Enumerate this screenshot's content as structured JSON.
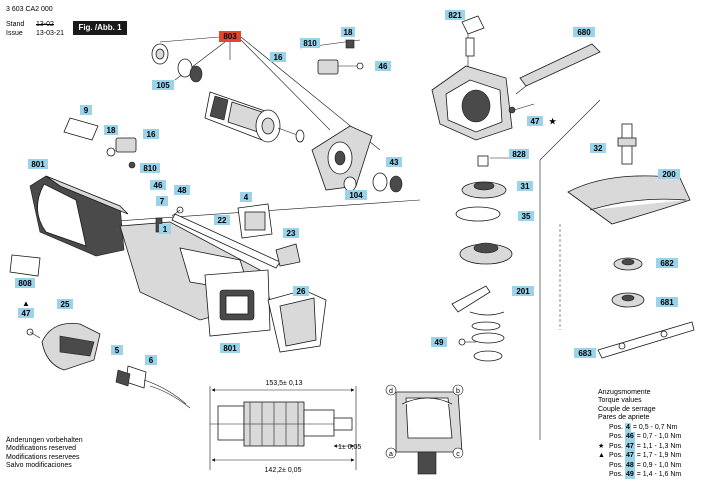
{
  "header": {
    "doc_number": "3 603 CA2 000",
    "stand_label": "Stand",
    "stand_value": "13-02",
    "issue_label": "Issue",
    "issue_value": "13-03-21",
    "figure_label": "Fig. /Abb. 1"
  },
  "highlight_part": "803",
  "callouts": {
    "c105": "105",
    "c810a": "810",
    "c18a": "18",
    "c16a": "16",
    "c46a": "46",
    "c9": "9",
    "c18b": "18",
    "c16b": "16",
    "c810b": "810",
    "c46b": "46",
    "c801a": "801",
    "c48": "48",
    "c7": "7",
    "c1": "1",
    "c4": "4",
    "c22": "22",
    "c23": "23",
    "c808": "808",
    "c47a": "47",
    "c25": "25",
    "c26": "26",
    "c5": "5",
    "c6": "6",
    "c801b": "801",
    "c104": "104",
    "c43": "43",
    "c821": "821",
    "c680": "680",
    "c47b": "47",
    "c32": "32",
    "c828": "828",
    "c31": "31",
    "c35": "35",
    "c200": "200",
    "c682": "682",
    "c201": "201",
    "c681": "681",
    "c49": "49",
    "c683": "683"
  },
  "dimensions": {
    "top": "153,5± 0,13",
    "small": "1± 0,05",
    "bottom": "142,2± 0,05"
  },
  "corner_labels": [
    "d",
    "b",
    "a",
    "c"
  ],
  "notes": [
    "Änderungen vorbehalten",
    "Modifications reserved",
    "Modifications reservees",
    "Salvo modificaciones"
  ],
  "torque": {
    "titles": [
      "Anzugsmomente",
      "Torque values",
      "Couple de serrage",
      "Pares de apriete"
    ],
    "rows": [
      {
        "symbol": "",
        "prefix": "Pos.",
        "pos": "4",
        "value": "= 0,5 - 0,7 Nm"
      },
      {
        "symbol": "",
        "prefix": "Pos.",
        "pos": "46",
        "value": "= 0,7 - 1,0 Nm"
      },
      {
        "symbol": "★",
        "prefix": "Pos.",
        "pos": "47",
        "value": "= 1,1 - 1,3 Nm"
      },
      {
        "symbol": "▲",
        "prefix": "Pos.",
        "pos": "47",
        "value": "= 1,7 - 1,9 Nm"
      },
      {
        "symbol": "",
        "prefix": "Pos.",
        "pos": "48",
        "value": "= 0,9 - 1,0 Nm"
      },
      {
        "symbol": "",
        "prefix": "Pos.",
        "pos": "49",
        "value": "= 1,4 - 1,6 Nm"
      }
    ]
  },
  "colors": {
    "callout": "#9ad3ea",
    "highlight": "#e2462e",
    "figure_label_bg": "#1a1a1a"
  }
}
